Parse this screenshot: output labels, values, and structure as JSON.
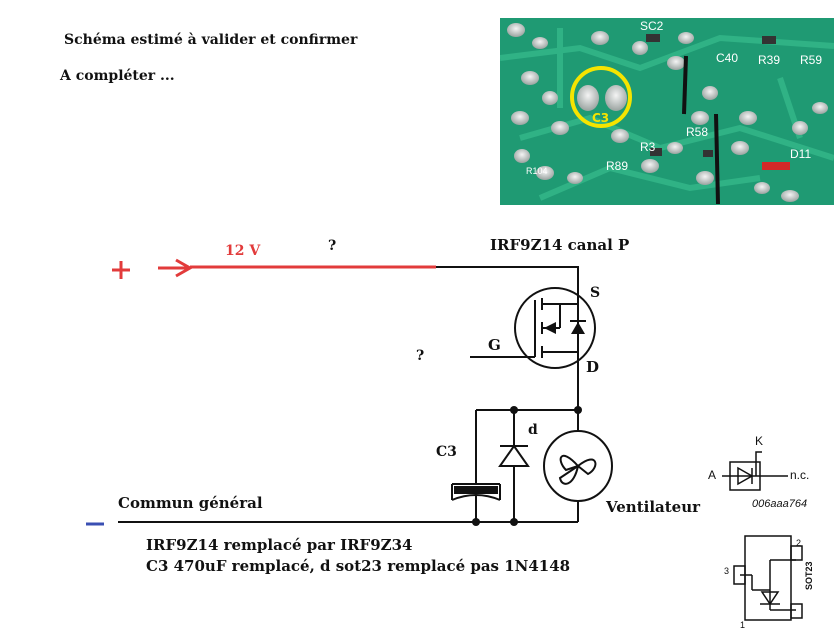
{
  "notes": {
    "line1": "Schéma estimé à valider et confirmer",
    "line2": "A compléter ..."
  },
  "photo": {
    "labels": {
      "sc2": "SC2",
      "c40": "C40",
      "r39": "R39",
      "r59": "R59",
      "c3": "C3",
      "r58": "R58",
      "r3": "R3",
      "r89": "R89",
      "r104": "R104",
      "d11": "D11"
    },
    "colors": {
      "board": "#1f9a73",
      "highlight": "#f5e400"
    }
  },
  "schematic": {
    "plus_sign": "+",
    "minus_sign": "–",
    "voltage": "12 V",
    "question_top": "?",
    "question_gate": "?",
    "mosfet_title": "IRF9Z14 canal P",
    "pin_s": "S",
    "pin_g": "G",
    "pin_d": "D",
    "diode_label": "d",
    "cap_label": "C3",
    "fan_label": "Ventilateur",
    "ground_label": "Commun général",
    "colors": {
      "positive": "#e23b3b",
      "negative": "#3a4fb3",
      "wire": "#111111"
    }
  },
  "package": {
    "pin_k": "K",
    "pin_a": "A",
    "pin_nc": "n.c.",
    "part_code": "006aaa764",
    "sot_label": "SOT23",
    "pin_numbers": [
      "1",
      "2",
      "3"
    ]
  },
  "footer": {
    "line1": "IRF9Z14 remplacé par IRF9Z34",
    "line2": "C3 470uF remplacé, d sot23 remplacé pas 1N4148"
  }
}
